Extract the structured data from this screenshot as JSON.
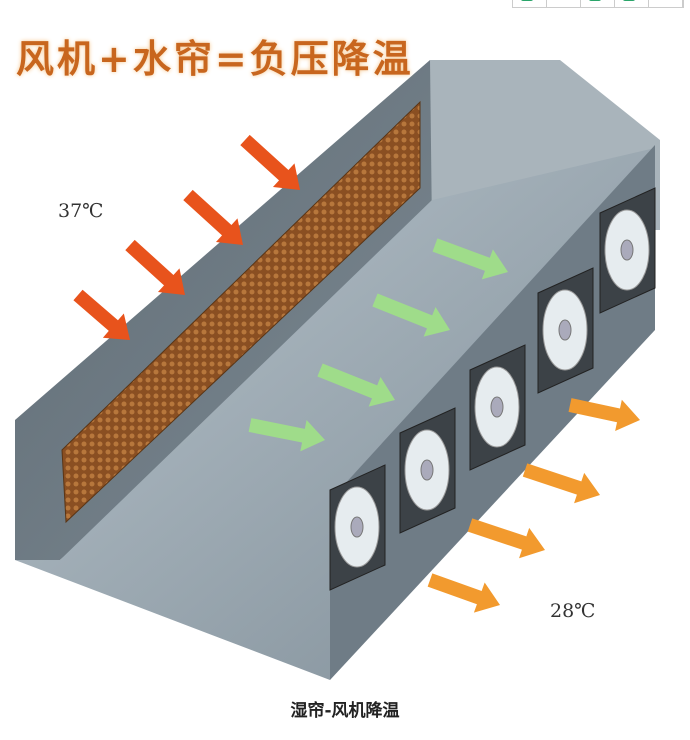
{
  "title": "风机+水帘=负压降温",
  "temp_outside": "37℃",
  "temp_inside": "28℃",
  "caption": "湿帘-风机降温",
  "colors": {
    "hot_arrow": "#e8531c",
    "cool_arrow": "#9fdc8a",
    "exhaust_arrow": "#f29a2e",
    "wall": "#6f7c86",
    "pad": "#9a5a2a"
  }
}
